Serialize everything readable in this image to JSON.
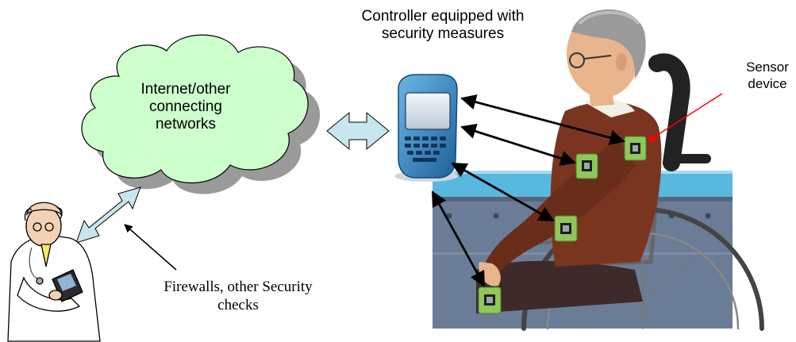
{
  "cloud": {
    "lines": [
      "Internet/other",
      "connecting",
      "networks"
    ]
  },
  "controller": {
    "lines": [
      "Controller equipped with",
      "security measures"
    ]
  },
  "sensor": {
    "lines": [
      "Sensor",
      "device"
    ]
  },
  "firewall": {
    "lines": [
      "Firewalls, other Security",
      "checks"
    ]
  },
  "colors": {
    "cloud_fill": "#ccffcc",
    "pipe_fill": "#c7e6ee",
    "wall": "#6b7c96",
    "rail": "#59b8dd",
    "sweater": "#7a3520",
    "skin": "#e8b48c",
    "chip": "#8fc85a",
    "phone": "#3c8fcc",
    "annotation_arrow": "#ff0000"
  }
}
